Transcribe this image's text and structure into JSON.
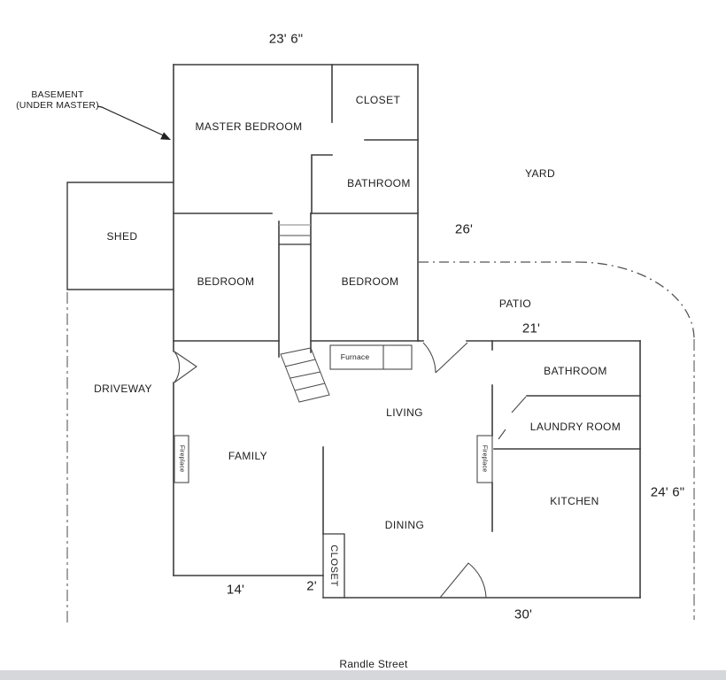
{
  "plan_title": "floor-plan",
  "street": "Randle Street",
  "annotations": {
    "basement_line1": "BASEMENT",
    "basement_line2": "(UNDER MASTER)"
  },
  "rooms": {
    "master_bedroom": "MASTER BEDROOM",
    "closet_upper": "CLOSET",
    "bathroom_upper": "BATHROOM",
    "bedroom_left": "BEDROOM",
    "bedroom_right": "BEDROOM",
    "shed": "SHED",
    "yard": "YARD",
    "patio": "PATIO",
    "driveway": "DRIVEWAY",
    "living": "LIVING",
    "family": "FAMILY",
    "dining": "DINING",
    "kitchen": "KITCHEN",
    "bathroom_main": "BATHROOM",
    "laundry_room": "LAUNDRY ROOM",
    "closet_dining": "CLOSET"
  },
  "fixtures": {
    "furnace": "Furnace",
    "fireplace_family": "Fireplace",
    "fireplace_kitchen": "Fireplace"
  },
  "dimensions": {
    "top_width": "23' 6\"",
    "yard_depth": "26'",
    "patio_width": "21'",
    "family_width": "14'",
    "closet_jog": "2'",
    "bottom_width": "30'",
    "right_height": "24' 6\""
  },
  "colors": {
    "wall": "#3d3d3d",
    "property_line": "#7d7d7d",
    "text": "#1c1c1c",
    "background": "#ffffff",
    "scan_edge": "#d6d7da"
  }
}
